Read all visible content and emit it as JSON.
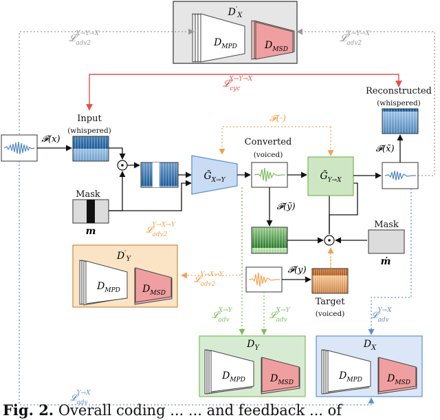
{
  "labels": {
    "input": "Input",
    "input_sub": "(whispered)",
    "mask": "Mask",
    "mask_sym": "m",
    "mask2": "Mask",
    "mask2_sym": "ṁ",
    "converted": "Converted",
    "converted_sub": "(voiced)",
    "reconstructed": "Reconstructed",
    "reconstructed_sub": "(whispered)",
    "target": "Target",
    "target_sub": "(voiced)"
  },
  "blocks": {
    "d_x_prime": "D′X",
    "d_y_prime": "D′Y",
    "d_y": "DY",
    "d_x": "DX",
    "mpd": "DMPD",
    "msd": "DMSD",
    "g_xy": "G̃X→Y",
    "g_yx": "G̃Y→X"
  },
  "math": {
    "fx": "𝓕(x)",
    "fy_tilde": "𝓕(ỹ)",
    "fx_tilde": "𝓕(x̃)",
    "fy": "𝓕(y)",
    "f_dot": "𝓕(·)",
    "odot": "⊙"
  },
  "losses": {
    "adv2_xyx_left": "𝓛adv2X→Y→X",
    "adv2_xyx_right": "𝓛adv2X→Y→X",
    "cyc": "𝓛cycX→Y→X",
    "adv2_yxy_a": "𝓛adv2Y→X→Y",
    "adv2_yxy_b": "𝓛adv2Y→X→Y",
    "adv_xy_a": "𝓛advX→Y",
    "adv_xy_b": "𝓛advX→Y",
    "adv_yx_right": "𝓛advY→X",
    "adv_yx_bottom": "𝓛advY→X"
  },
  "caption": {
    "prefix": "Fig. 2.",
    "text": "Overall coding ... ... and feedback ... of"
  },
  "colors": {
    "gray_box": "#e6e6e6",
    "orange_box": "#fbe3c6",
    "green_box": "#d7ebd3",
    "blue_box": "#dbe7f7",
    "red_loss": "#e0524c",
    "orange_loss": "#f0a24c",
    "green_loss": "#7cbd5c",
    "blue_loss": "#5f8fd1",
    "gray_loss": "#999999",
    "gen_blue": "#c9dcf3",
    "gen_green": "#cfe6c5"
  }
}
